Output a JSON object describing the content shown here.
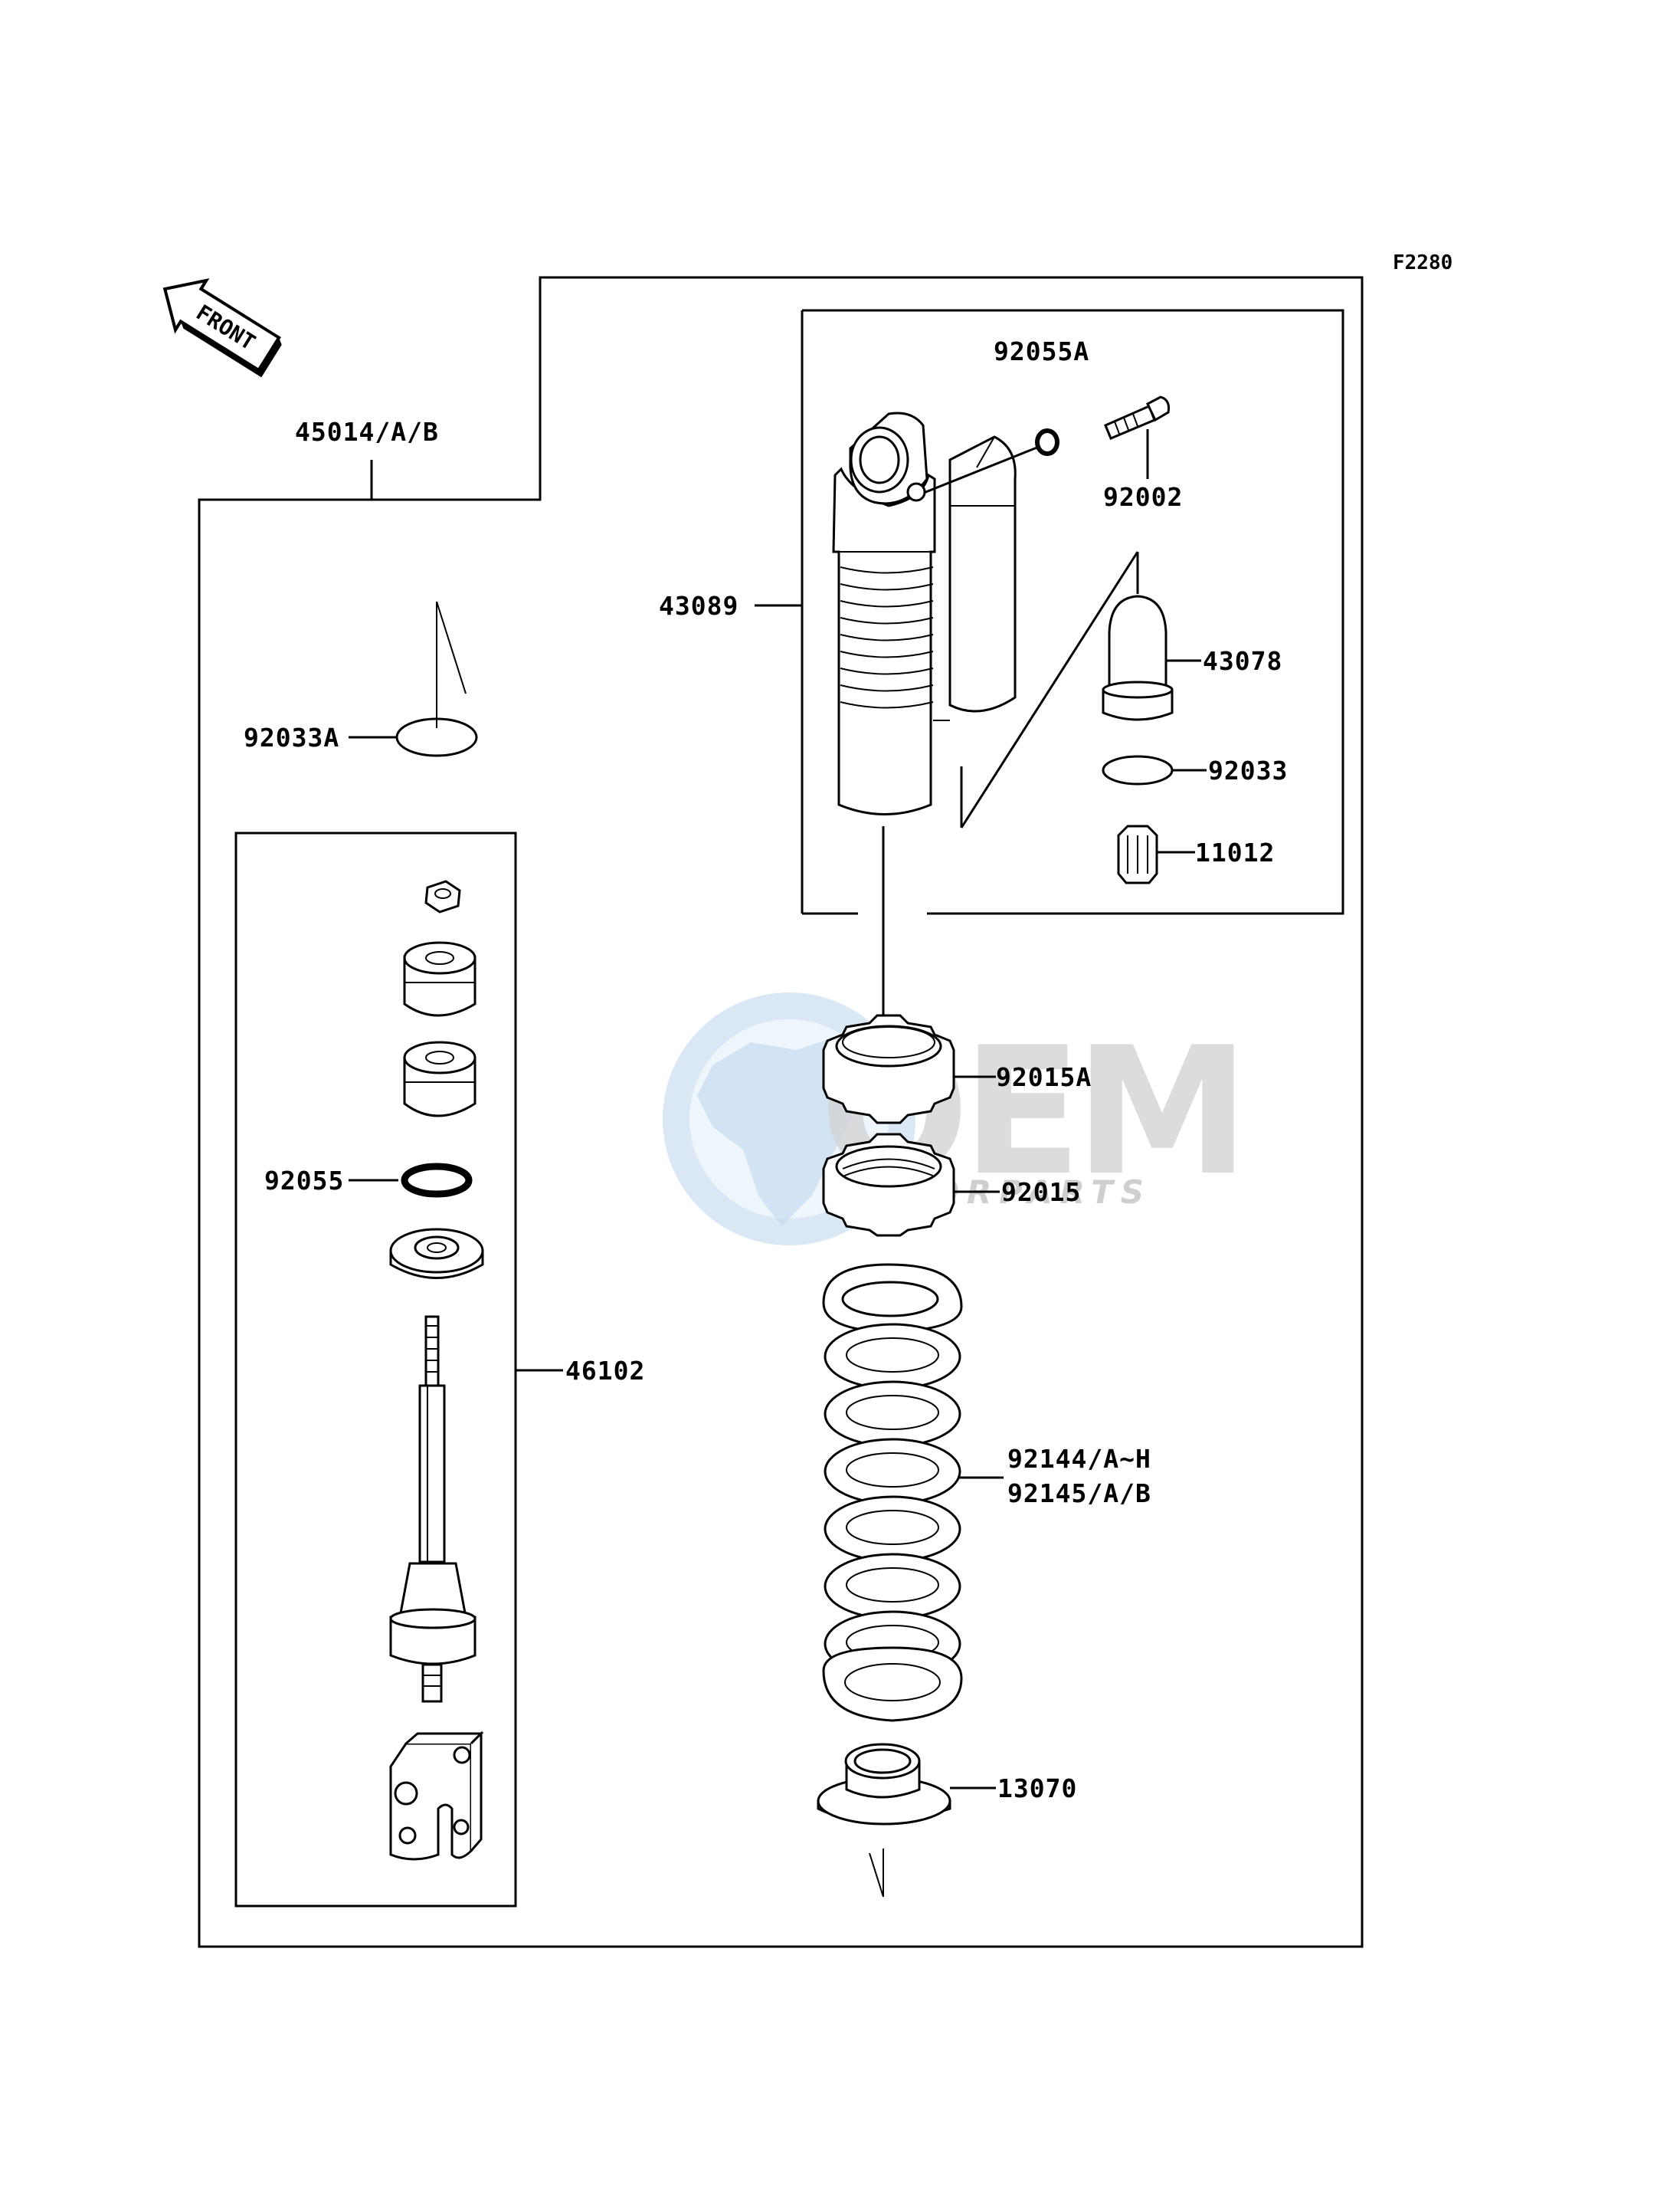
{
  "figure_code": "F2280",
  "front_label": "FRONT",
  "watermark": {
    "brand": "OEM",
    "sub": "MOTORPARTS",
    "colors": {
      "globe": "#bcd6ee",
      "land": "#dbe8f5",
      "text": "#c9c9c9"
    }
  },
  "parts": {
    "p45014": "45014/A/B",
    "p92033A": "92033A",
    "p92055": "92055",
    "p46102": "46102",
    "p92055A": "92055A",
    "p92002": "92002",
    "p43089": "43089",
    "p43078": "43078",
    "p92033": "92033",
    "p11012": "11012",
    "p92015A": "92015A",
    "p92015": "92015",
    "p92144": "92144/A~H",
    "p92145": "92145/A/B",
    "p13070": "13070"
  }
}
